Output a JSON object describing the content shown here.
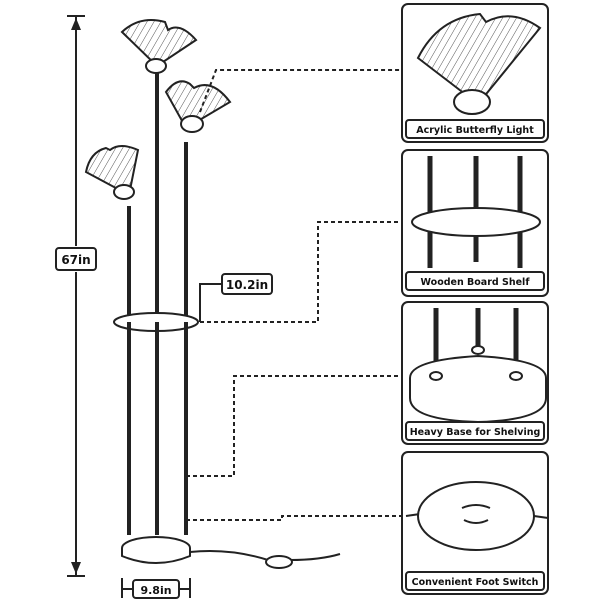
{
  "dimensions": {
    "height": "67in",
    "base_width": "9.8in",
    "shelf_width": "10.2in"
  },
  "callouts": [
    {
      "id": "butterfly",
      "label": "Acrylic Butterfly Light"
    },
    {
      "id": "shelf",
      "label": "Wooden Board Shelf"
    },
    {
      "id": "base",
      "label": "Heavy Base for Shelving"
    },
    {
      "id": "switch",
      "label": "Convenient Foot Switch"
    }
  ],
  "colors": {
    "line": "#222222",
    "label_bg": "#ffffff"
  }
}
